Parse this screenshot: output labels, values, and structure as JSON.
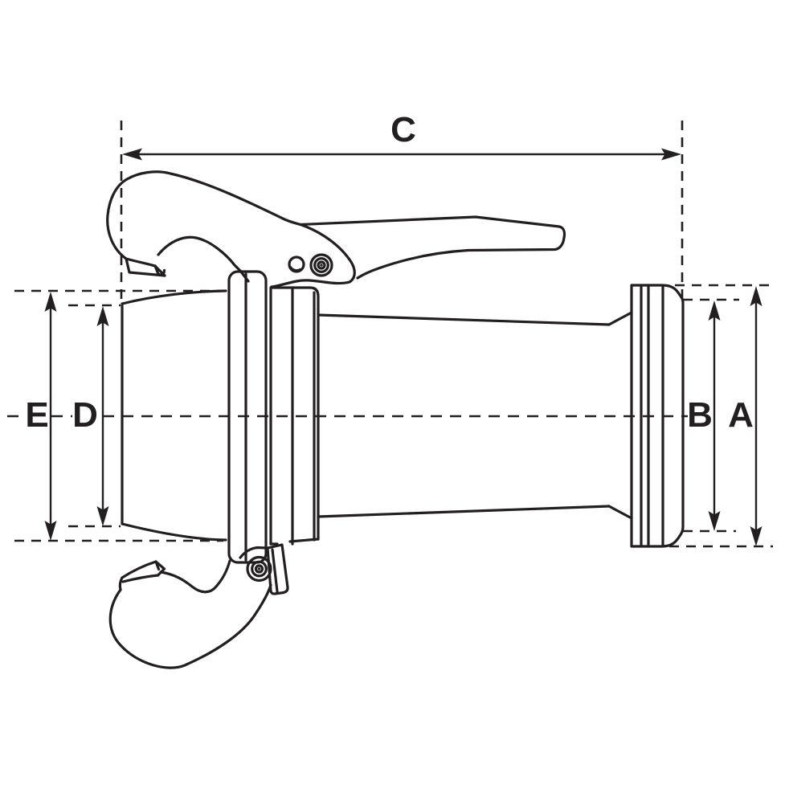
{
  "drawing": {
    "subject": "lever-lock-pipe-coupling-dimension-diagram",
    "background_color": "#ffffff",
    "line_color": "#231f20",
    "dimension_labels": {
      "C": "C",
      "E": "E",
      "D": "D",
      "B": "B",
      "A": "A"
    }
  }
}
